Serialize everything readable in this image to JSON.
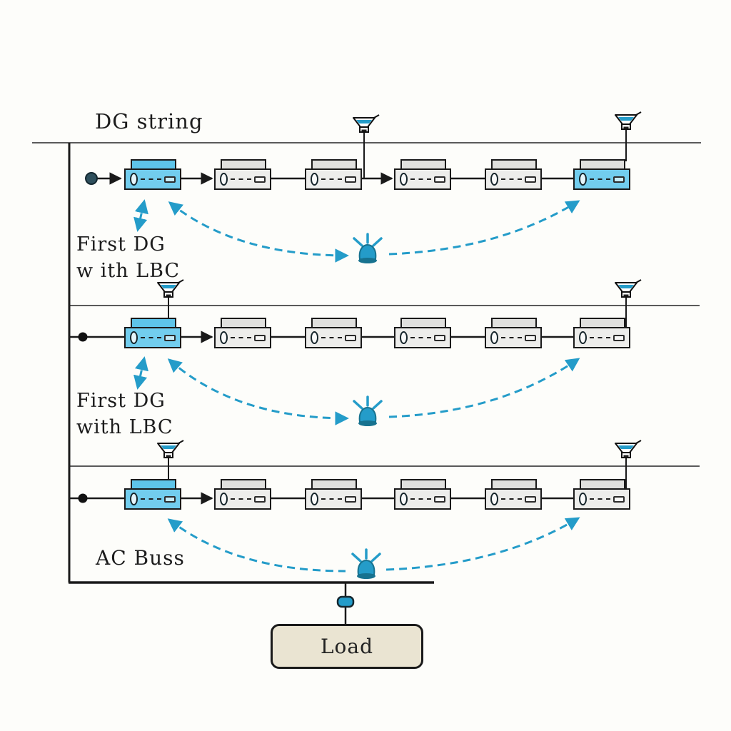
{
  "labels": {
    "dg_string": "DG string",
    "first_dg_top_line1": "First DG",
    "first_dg_top_line2": "w ith LBC",
    "first_dg_mid_line1": "First DG",
    "first_dg_mid_line2": "with LBC",
    "ac_bus": "AC Buss",
    "load": "Load"
  },
  "structure": {
    "strings": [
      {
        "row": 1,
        "unit_count": 6,
        "highlighted_units": [
          1,
          6
        ],
        "antennas": 2
      },
      {
        "row": 2,
        "unit_count": 6,
        "highlighted_units": [
          1
        ],
        "antennas": 2
      },
      {
        "row": 3,
        "unit_count": 6,
        "highlighted_units": [
          1
        ],
        "antennas": 2
      }
    ],
    "transmitters": 3,
    "icon_names": [
      "funnel-antenna-icon",
      "radio-beacon-icon"
    ]
  },
  "colors": {
    "bg": "#fdfdfa",
    "ink": "#1a1a1a",
    "wire": "#5a5a5a",
    "accent": "#249cc9",
    "accent-dark": "#17728f",
    "unit-blue": "#72cdee",
    "unit-blue-back": "#5ec4e9",
    "unit-gray": "#ededeb",
    "unit-gray-back": "#e0e0de",
    "load-fill": "#eae4d2",
    "dot-dark": "#2e4f5c"
  }
}
